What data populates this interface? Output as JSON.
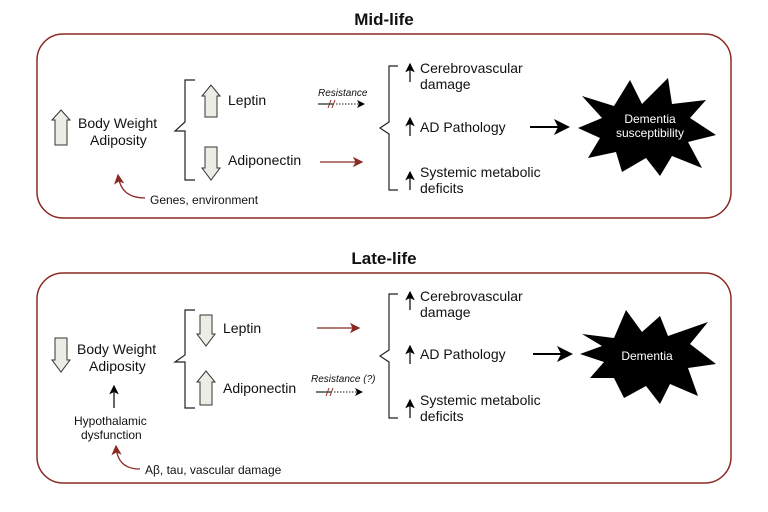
{
  "colors": {
    "panel_border": "#8b2a22",
    "red_arrow": "#8b2a22",
    "star": "#000000",
    "fat_arrow_fill": "#ededE6"
  },
  "midlife": {
    "title": "Mid-life",
    "body_weight": "Body Weight",
    "adiposity": "Adiposity",
    "leptin": "Leptin",
    "adiponectin": "Adiponectin",
    "resistance": "Resistance",
    "genes": "Genes, environment",
    "outcomes": [
      "Cerebrovascular",
      "damage",
      "AD Pathology",
      "Systemic metabolic",
      "deficits"
    ],
    "star_line1": "Dementia",
    "star_line2": "susceptibility",
    "directions": {
      "body_weight": "up",
      "leptin": "up",
      "adiponectin": "down"
    }
  },
  "latelife": {
    "title": "Late-life",
    "body_weight": "Body Weight",
    "adiposity": "Adiposity",
    "leptin": "Leptin",
    "adiponectin": "Adiponectin",
    "resistance": "Resistance (?)",
    "hypothalamic1": "Hypothalamic",
    "hypothalamic2": "dysfunction",
    "cause": "Aβ, tau, vascular damage",
    "outcomes": [
      "Cerebrovascular",
      "damage",
      "AD Pathology",
      "Systemic metabolic",
      "deficits"
    ],
    "star_line1": "Dementia",
    "directions": {
      "body_weight": "down",
      "leptin": "down",
      "adiponectin": "up"
    }
  }
}
